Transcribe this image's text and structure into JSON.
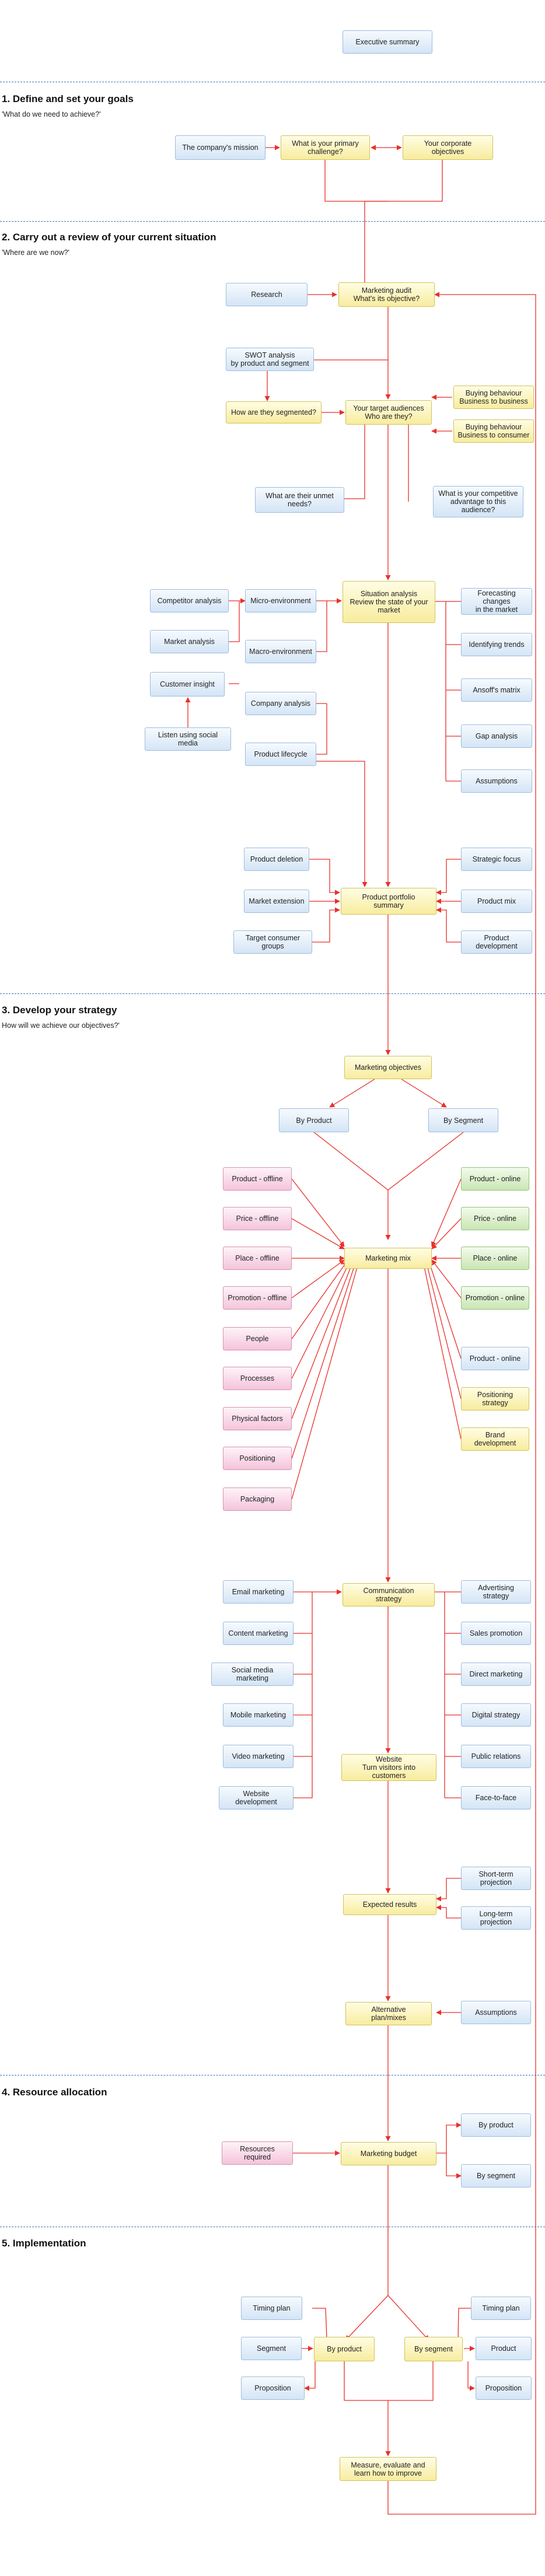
{
  "executive_summary": "Executive summary",
  "sections": [
    {
      "title": "1. Define and set your goals",
      "subtitle": "'What do we need to achieve?'"
    },
    {
      "title": "2. Carry out a review of your current situation",
      "subtitle": "'Where are we now?'"
    },
    {
      "title": "3. Develop your strategy",
      "subtitle": "How will we achieve our objectives?'"
    },
    {
      "title": "4. Resource allocation",
      "subtitle": ""
    },
    {
      "title": "5. Implementation",
      "subtitle": ""
    }
  ],
  "goals": {
    "mission": "The company's mission",
    "primary_challenge": "What is your primary\nchallenge?",
    "corporate_objectives": "Your corporate\nobjectives"
  },
  "review": {
    "research": "Research",
    "marketing_audit": "Marketing audit\nWhat's its objective?",
    "swot": "SWOT analysis\nby product and segment",
    "segmented": "How are they segmented?",
    "target_audiences": "Your target audiences\nWho are they?",
    "b2b": "Buying behaviour\nBusiness to business",
    "b2c": "Buying behaviour\nBusiness to consumer",
    "unmet_needs": "What are their unmet\nneeds?",
    "competitive_advantage": "What is your competitive\nadvantage to this\naudience?",
    "competitor_analysis": "Competitor analysis",
    "market_analysis": "Market analysis",
    "customer_insight": "Customer insight",
    "social_listening": "Listen using social media",
    "micro_env": "Micro-environment",
    "macro_env": "Macro-environment",
    "company_analysis": "Company analysis",
    "product_lifecycle": "Product lifecycle",
    "situation_analysis": "Situation analysis\nReview the state of your\nmarket",
    "forecasting": "Forecasting changes\nin the market",
    "trends": "Identifying trends",
    "ansoff": "Ansoff's matrix",
    "gap_analysis": "Gap analysis",
    "assumptions": "Assumptions",
    "product_deletion": "Product deletion",
    "market_extension": "Market extension",
    "target_groups": "Target consumer groups",
    "portfolio_summary": "Product portfolio\nsummary",
    "strategic_focus": "Strategic focus",
    "product_mix": "Product mix",
    "product_development": "Product development"
  },
  "strategy": {
    "marketing_objectives": "Marketing objectives",
    "by_product": "By Product",
    "by_segment": "By Segment",
    "marketing_mix": "Marketing mix",
    "offline": [
      "Product - offline",
      "Price - offline",
      "Place - offline",
      "Promotion - offline",
      "People",
      "Processes",
      "Physical factors",
      "Positioning",
      "Packaging"
    ],
    "online": [
      "Product - online",
      "Price - online",
      "Place - online",
      "Promotion - online"
    ],
    "segment_items": [
      "Product - online",
      "Positioning strategy",
      "Brand development"
    ],
    "communication": "Communication\nstrategy",
    "comm_left": [
      "Email marketing",
      "Content marketing",
      "Social media marketing",
      "Mobile marketing",
      "Video marketing",
      "Website development"
    ],
    "comm_right": [
      "Advertising strategy",
      "Sales promotion",
      "Direct marketing",
      "Digital strategy",
      "Public relations",
      "Face-to-face"
    ],
    "website": "Website\nTurn visitors into customers",
    "expected_results": "Expected results",
    "short_term": "Short-term projection",
    "long_term": "Long-term projection",
    "alternative_plans": "Alternative\nplan/mixes",
    "assumptions": "Assumptions"
  },
  "resources": {
    "resources_required": "Resources required",
    "marketing_budget": "Marketing budget",
    "by_product": "By product",
    "by_segment": "By segment"
  },
  "implementation": {
    "timing_plan_left": "Timing plan",
    "segment": "Segment",
    "proposition_left": "Proposition",
    "by_product": "By product",
    "by_segment": "By segment",
    "timing_plan_right": "Timing plan",
    "product": "Product",
    "proposition_right": "Proposition",
    "measure": "Measure, evaluate and\nlearn how to improve"
  },
  "colors": {
    "connector": "#e8302a",
    "divider": "#3a73b9"
  }
}
